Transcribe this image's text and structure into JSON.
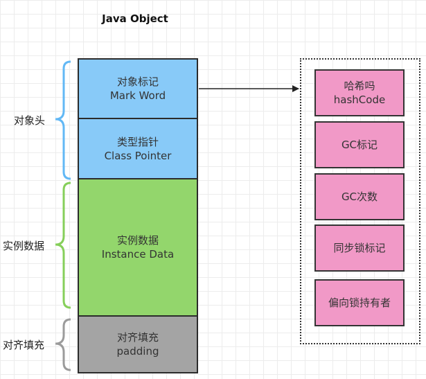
{
  "title": "Java Object",
  "blocks": {
    "mark_word": {
      "cn": "对象标记",
      "en": "Mark Word"
    },
    "class_pointer": {
      "cn": "类型指针",
      "en": "Class Pointer"
    },
    "instance_data": {
      "cn": "实例数据",
      "en": "Instance Data"
    },
    "padding": {
      "cn": "对齐填充",
      "en": "padding"
    }
  },
  "groups": {
    "object_header": "对象头",
    "instance_data": "实例数据",
    "padding": "对齐填充"
  },
  "mark_word_fields": [
    {
      "cn": "哈希吗",
      "en": "hashCode"
    },
    {
      "cn": "GC标记"
    },
    {
      "cn": "GC次数"
    },
    {
      "cn": "同步锁标记"
    },
    {
      "cn": "偏向锁持有者"
    }
  ],
  "colors": {
    "header_blue": "#88caf8",
    "instance_green": "#93d66c",
    "padding_gray": "#a4a4a4",
    "field_pink": "#f199c7"
  }
}
